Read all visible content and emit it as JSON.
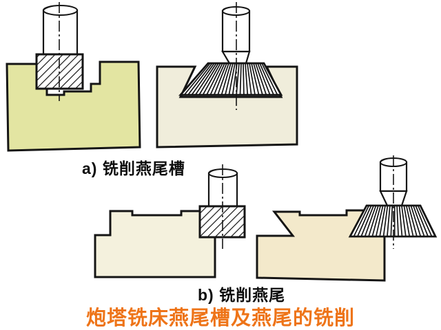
{
  "title": {
    "text": "炮塔铣床燕尾槽及燕尾的铣削",
    "color": "#ee7418"
  },
  "captions": {
    "a": "a) 铣削燕尾槽",
    "b": "b) 铣削燕尾"
  },
  "colors": {
    "line": "#151515",
    "workpiece_a_left": "#e3e5a2",
    "workpiece_a_right": "#f0eddb",
    "workpiece_b_left": "#f4f1dd",
    "workpiece_b_right": "#f3e9cb",
    "cutter_fill": "#ffffff"
  }
}
